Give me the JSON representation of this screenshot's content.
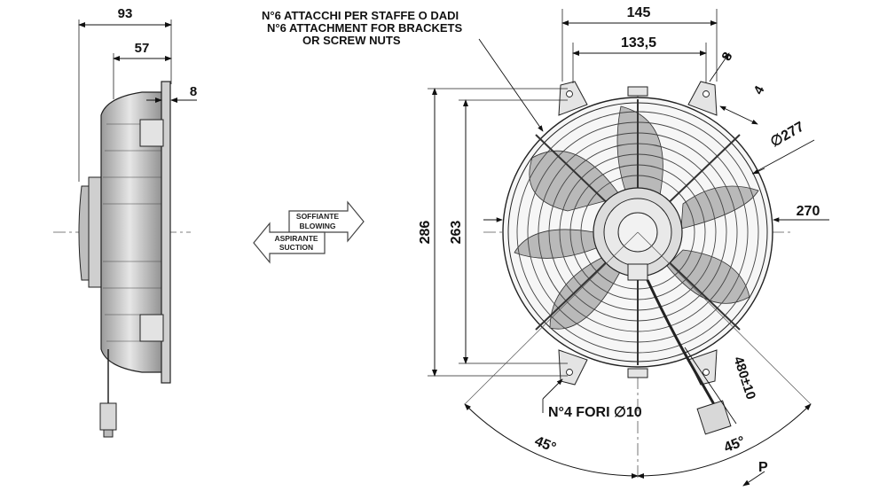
{
  "side_view": {
    "dim_total": "93",
    "dim_body": "57",
    "dim_flange": "8"
  },
  "notes": {
    "line1": "N°6 ATTACCHI PER STAFFE O DADI",
    "line2": "N°6 ATTACHMENT FOR BRACKETS",
    "line3": "OR SCREW NUTS"
  },
  "flow_arrows": {
    "blowing_it": "SOFFIANTE",
    "blowing_en": "BLOWING",
    "suction_it": "ASPIRANTE",
    "suction_en": "SUCTION"
  },
  "front_view": {
    "dim_outer_width": "145",
    "dim_inner_width": "133,5",
    "dim_slot": "8",
    "dim_slot_depth": "4",
    "dim_diameter": "∅277",
    "dim_shroud": "270",
    "dim_height_outer": "286",
    "dim_height_inner": "263",
    "holes_note": "N°4 FORI  ∅10",
    "cable_length": "480±10",
    "angle_left": "45°",
    "angle_right": "45°",
    "marker_p": "P"
  },
  "colors": {
    "line": "#1a1a1a",
    "blade": "#b9b9b9",
    "body_gray": "#d2d2d2"
  }
}
